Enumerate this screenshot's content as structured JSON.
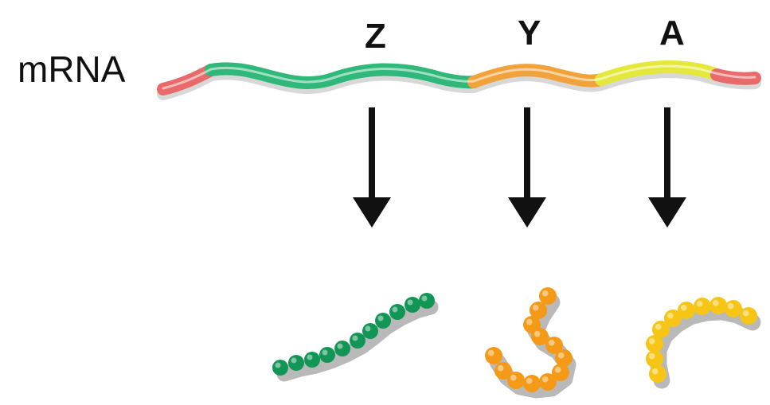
{
  "diagram": {
    "mrna_label": "mRNA",
    "genes": [
      {
        "label": "Z",
        "color": "#2fb87a",
        "protein_color": "#129656"
      },
      {
        "label": "Y",
        "color": "#f2a23a",
        "protein_color": "#f59a16"
      },
      {
        "label": "A",
        "color": "#e4e83a",
        "protein_color": "#f6c515"
      }
    ],
    "utr_color": "#e86a6a"
  }
}
